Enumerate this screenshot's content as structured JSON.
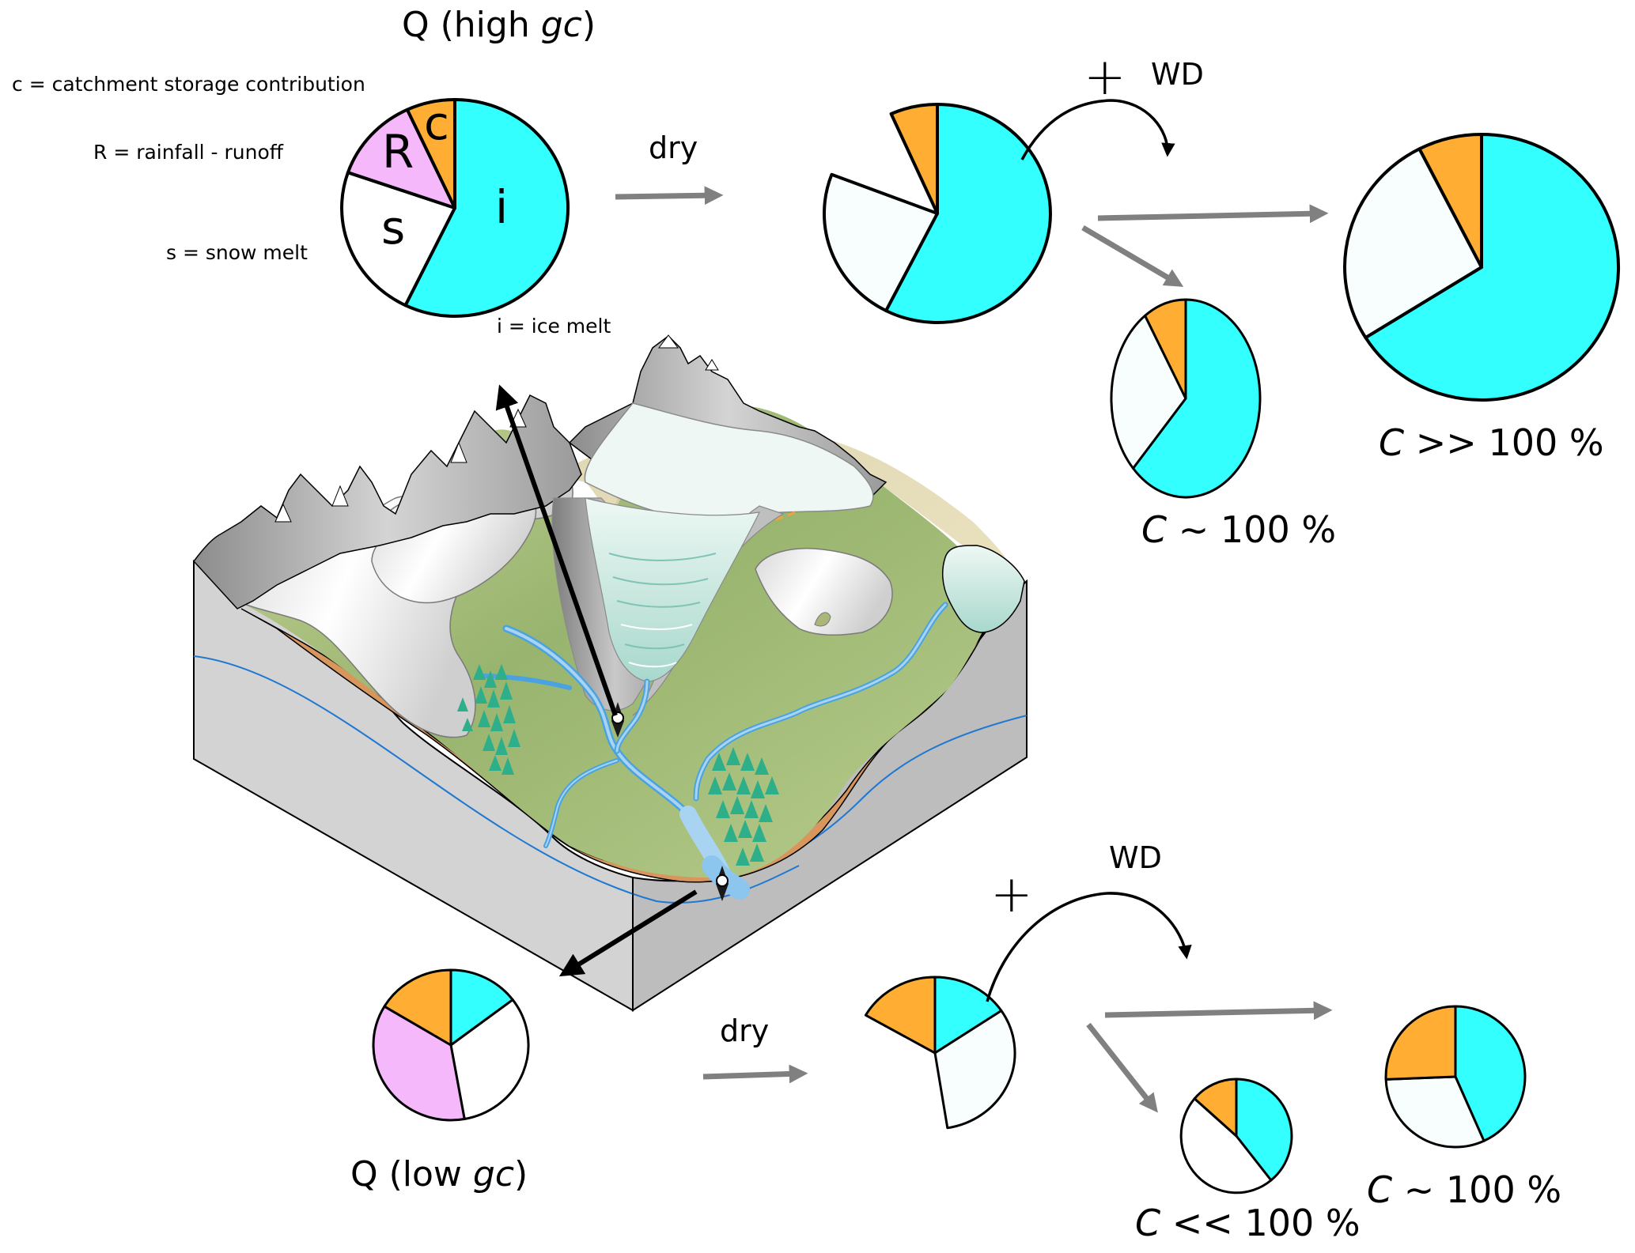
{
  "colors": {
    "ice_melt": "#33ffff",
    "snow_melt": "#ffffff",
    "snow_melt_faded": "#f8fdfe",
    "rainfall_runoff": "#f5b8fb",
    "catchment_storage": "#ffae33",
    "arrow_gray": "#808080",
    "outline": "#000000"
  },
  "legend": {
    "c": "c = catchment storage contribution",
    "R": "R = rainfall - runoff",
    "s": "s = snow melt",
    "i": "i = ice melt"
  },
  "slice_letters": {
    "c": "c",
    "R": "R",
    "s": "s",
    "i": "i"
  },
  "top_row": {
    "title_prefix": "Q (high ",
    "title_italic": "gc",
    "title_suffix": ")",
    "dry_label": "dry",
    "plus": "+",
    "wd_label": "WD",
    "result_small_label_var": "C",
    "result_small_label_rest": " ~ 100 %",
    "result_large_label_var": "C",
    "result_large_label_rest": " >> 100 %"
  },
  "bottom_row": {
    "title_prefix": "Q (low ",
    "title_italic": "gc",
    "title_suffix": ")",
    "dry_label": "dry",
    "plus": "+",
    "wd_label": "WD",
    "result_small_label_var": "C",
    "result_small_label_rest": " << 100 %",
    "result_large_label_var": "C",
    "result_large_label_rest": " ~ 100 %"
  },
  "chart_data": [
    {
      "type": "pie",
      "id": "q-high-gc",
      "title": "Q (high gc)",
      "slices": [
        {
          "key": "i",
          "label": "ice melt",
          "fraction": 0.572
        },
        {
          "key": "s",
          "label": "snow melt",
          "fraction": 0.231
        },
        {
          "key": "R",
          "label": "rainfall - runoff",
          "fraction": 0.128
        },
        {
          "key": "c",
          "label": "catchment storage contribution",
          "fraction": 0.069
        }
      ]
    },
    {
      "type": "pie",
      "id": "high-gc-dry",
      "title": "dry",
      "slices": [
        {
          "key": "i",
          "label": "ice melt",
          "fraction": 0.575
        },
        {
          "key": "s",
          "label": "snow melt",
          "fraction": 0.233,
          "faded": true
        },
        {
          "key": "gap",
          "label": "removed (rainfall - runoff)",
          "fraction": 0.125
        },
        {
          "key": "c",
          "label": "catchment storage contribution",
          "fraction": 0.067
        }
      ]
    },
    {
      "type": "pie",
      "id": "high-gc-c-approx-100",
      "title": "C ~ 100 %",
      "slices": [
        {
          "key": "i",
          "label": "ice melt",
          "fraction": 0.625
        },
        {
          "key": "s",
          "label": "snow melt",
          "fraction": 0.283,
          "faded": true
        },
        {
          "key": "c",
          "label": "catchment storage contribution",
          "fraction": 0.092
        }
      ]
    },
    {
      "type": "pie",
      "id": "high-gc-c-much-greater-100",
      "title": "C >> 100 %",
      "slices": [
        {
          "key": "i",
          "label": "ice melt",
          "fraction": 0.661
        },
        {
          "key": "s",
          "label": "snow melt",
          "fraction": 0.264,
          "faded": true
        },
        {
          "key": "c",
          "label": "catchment storage contribution",
          "fraction": 0.075
        }
      ]
    },
    {
      "type": "pie",
      "id": "q-low-gc",
      "title": "Q (low gc)",
      "slices": [
        {
          "key": "i",
          "label": "ice melt",
          "fraction": 0.147
        },
        {
          "key": "s",
          "label": "snow melt",
          "fraction": 0.325
        },
        {
          "key": "R",
          "label": "rainfall - runoff",
          "fraction": 0.364
        },
        {
          "key": "c",
          "label": "catchment storage contribution",
          "fraction": 0.164
        }
      ]
    },
    {
      "type": "pie",
      "id": "low-gc-dry",
      "title": "dry",
      "slices": [
        {
          "key": "i",
          "label": "ice melt",
          "fraction": 0.156
        },
        {
          "key": "s",
          "label": "snow melt",
          "fraction": 0.319,
          "faded": true
        },
        {
          "key": "gap",
          "label": "removed (rainfall - runoff)",
          "fraction": 0.358
        },
        {
          "key": "c",
          "label": "catchment storage contribution",
          "fraction": 0.167
        }
      ]
    },
    {
      "type": "pie",
      "id": "low-gc-c-much-less-100",
      "title": "C << 100 %",
      "slices": [
        {
          "key": "i",
          "label": "ice melt",
          "fraction": 0.392
        },
        {
          "key": "s",
          "label": "snow melt",
          "fraction": 0.472
        },
        {
          "key": "c",
          "label": "catchment storage contribution",
          "fraction": 0.136
        }
      ]
    },
    {
      "type": "pie",
      "id": "low-gc-c-approx-100",
      "title": "C ~ 100 %",
      "slices": [
        {
          "key": "i",
          "label": "ice melt",
          "fraction": 0.433
        },
        {
          "key": "s",
          "label": "snow melt",
          "fraction": 0.311,
          "faded": true
        },
        {
          "key": "c",
          "label": "catchment storage contribution",
          "fraction": 0.256
        }
      ]
    }
  ]
}
